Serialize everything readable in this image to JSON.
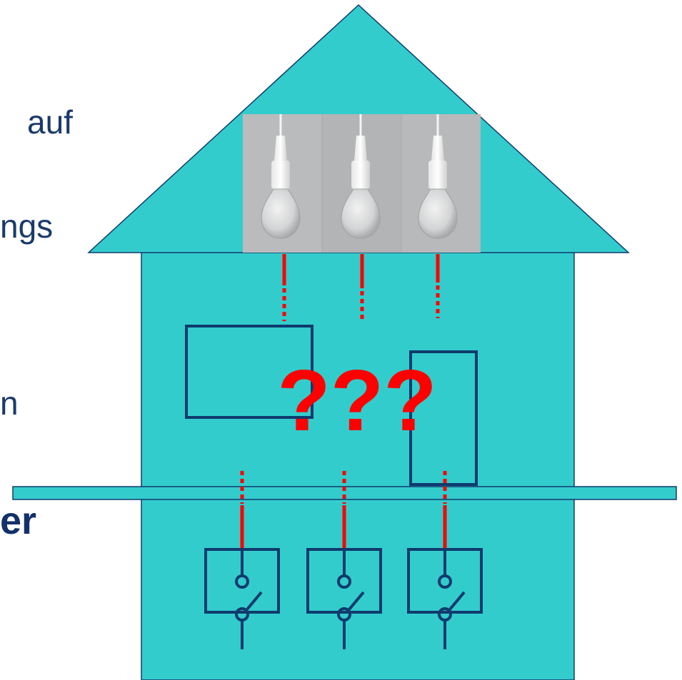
{
  "colors": {
    "house_fill": "#33cccc",
    "outline": "#0e3b6e",
    "wire": "#ff0000",
    "text": "#1a3a6b",
    "photo_bg": "#b5b7b8"
  },
  "text_fragments": {
    "line1": "auf",
    "line2": "ngs",
    "line3": "n",
    "line4": "er"
  },
  "question_marks": "???",
  "bulbs": [
    {
      "id": "bulb-1"
    },
    {
      "id": "bulb-2"
    },
    {
      "id": "bulb-3"
    }
  ],
  "switches": [
    {
      "id": "switch-1"
    },
    {
      "id": "switch-2"
    },
    {
      "id": "switch-3"
    }
  ]
}
